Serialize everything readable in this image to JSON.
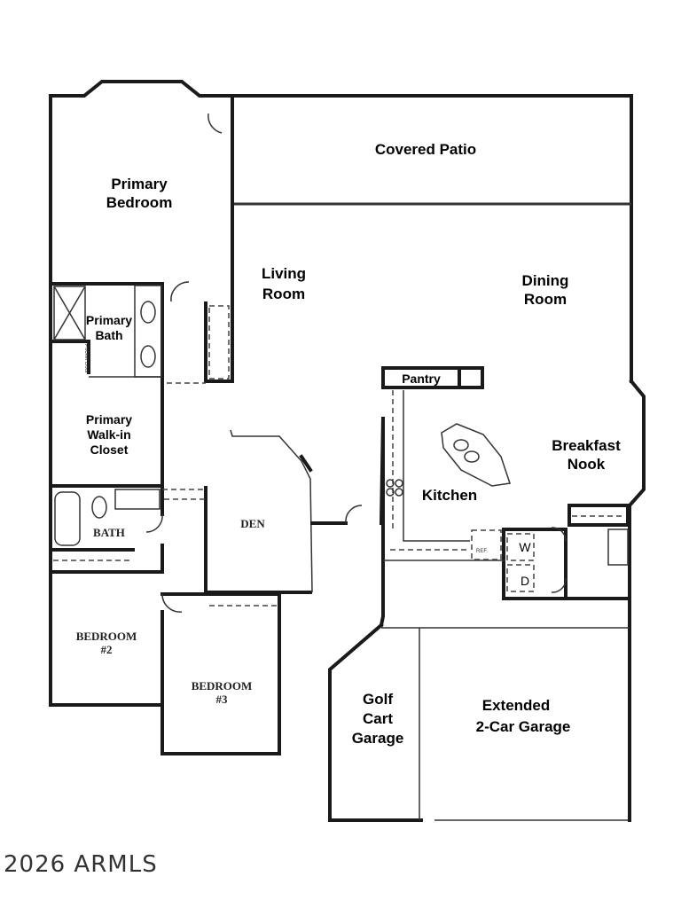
{
  "rooms": {
    "covered_patio": "Covered Patio",
    "primary_bedroom": [
      "Primary",
      "Bedroom"
    ],
    "living_room": [
      "Living",
      "Room"
    ],
    "dining_room": [
      "Dining",
      "Room"
    ],
    "primary_bath": [
      "Primary",
      "Bath"
    ],
    "pocket_door": "Pocket Door",
    "primary_closet": [
      "Primary",
      "Walk-in",
      "Closet"
    ],
    "pantry": "Pantry",
    "kitchen": "Kitchen",
    "breakfast_nook": [
      "Breakfast",
      "Nook"
    ],
    "bath": "BATH",
    "den": "DEN",
    "bedroom2": [
      "BEDROOM",
      "#2"
    ],
    "bedroom3": [
      "BEDROOM",
      "#3"
    ],
    "ref": "REF.",
    "washer": "W",
    "dryer": "D",
    "golf_cart_garage": [
      "Golf",
      "Cart",
      "Garage"
    ],
    "garage": [
      "Extended",
      "2-Car Garage"
    ]
  },
  "watermark": "2026 ARMLS"
}
